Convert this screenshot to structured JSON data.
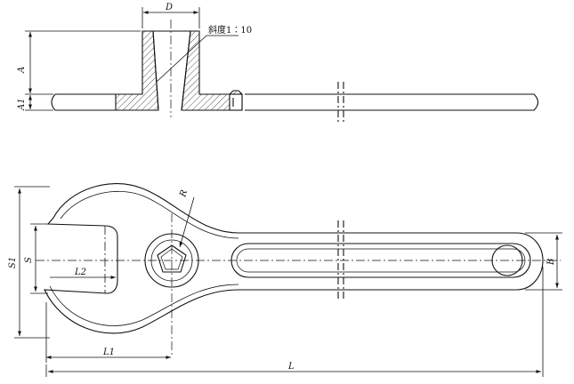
{
  "labels": {
    "D": "D",
    "A": "A",
    "A1": "A1",
    "taper": "斜度1∶10",
    "R": "R",
    "S": "S",
    "S1": "S1",
    "L2": "L2",
    "L1": "L1",
    "L": "L",
    "B": "B"
  }
}
